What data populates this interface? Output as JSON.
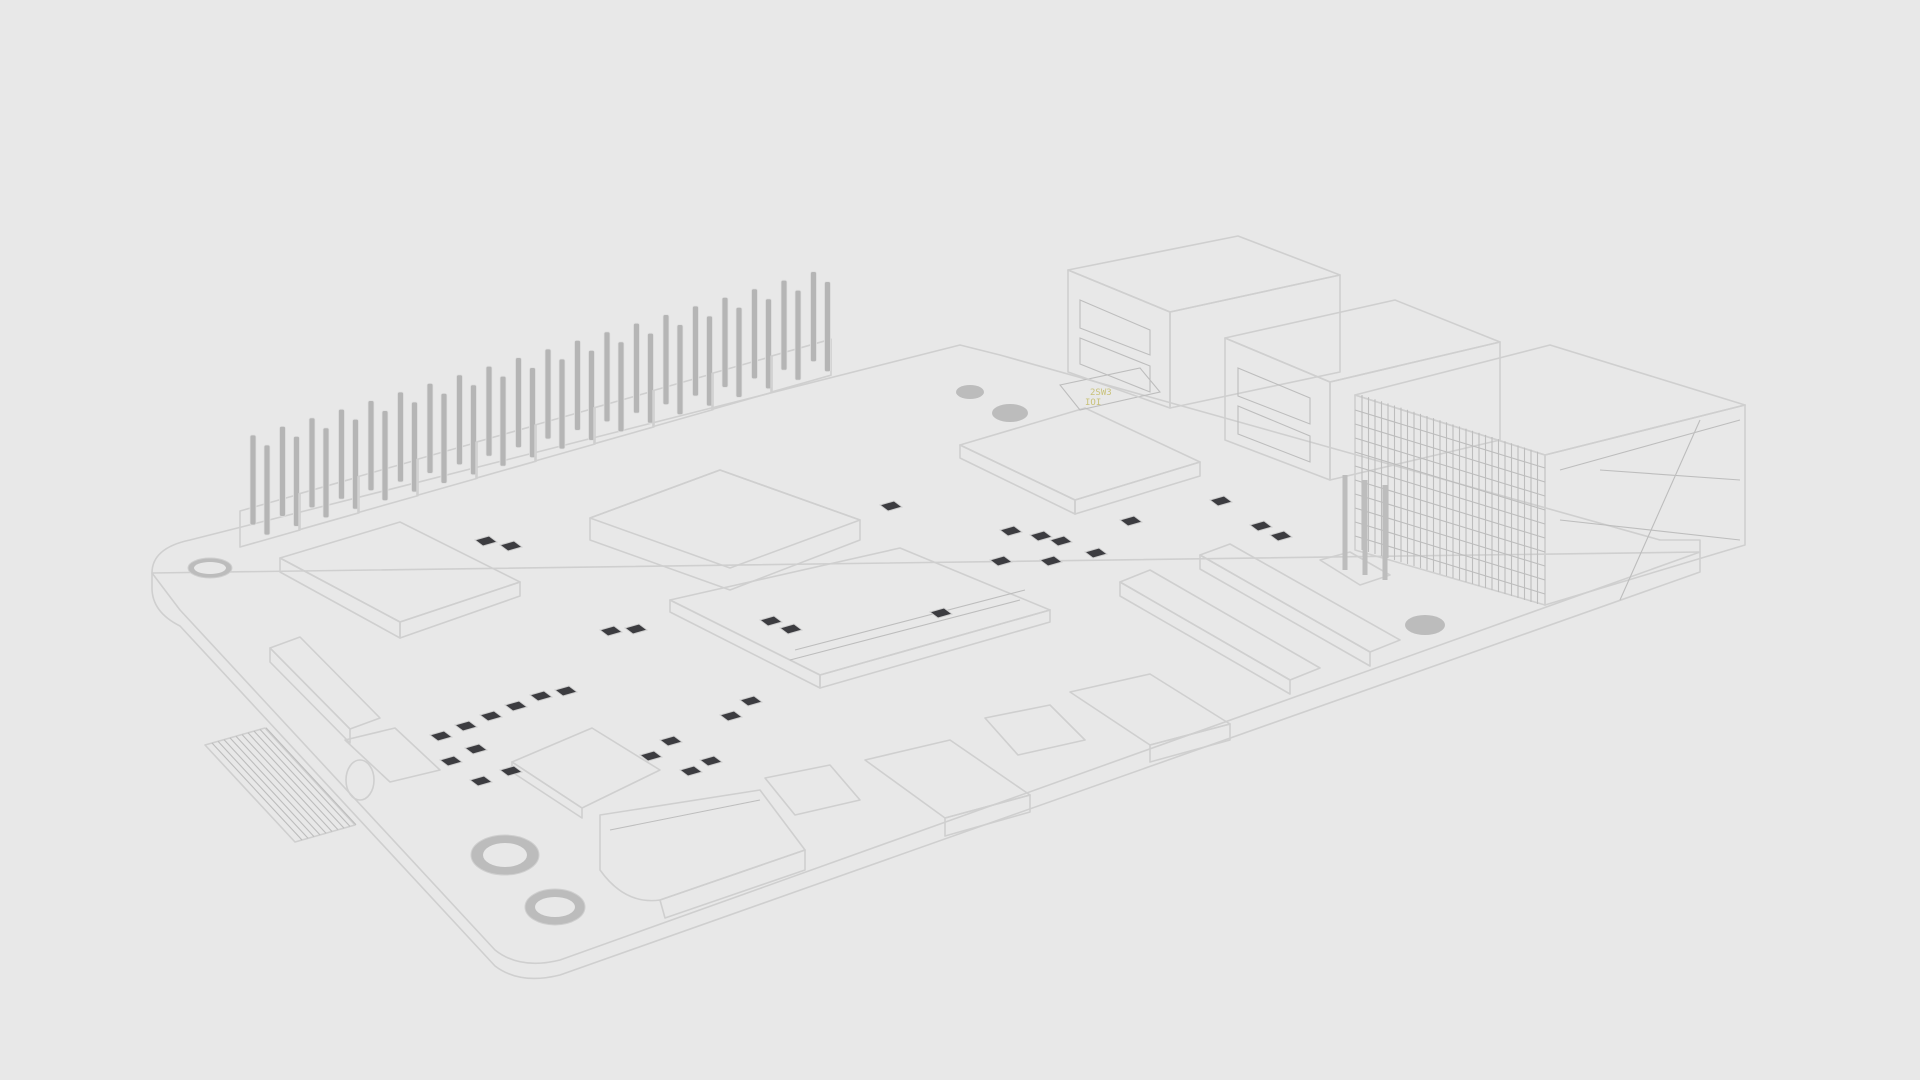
{
  "colors": {
    "background": "#e8e8e8",
    "board": "#2d2d31",
    "board_edge": "#1f1f22",
    "outline": "#cfcfcf",
    "connector_metal": "#b9b9b9",
    "chip_label": "#c9c27a"
  },
  "markings": {
    "chip_text_1": "2SW3",
    "chip_text_2": "IOI"
  },
  "components": [
    "gpio-header",
    "usb-a-port-left",
    "usb-a-port-right",
    "ethernet-jack",
    "soc-chip",
    "ram-chip",
    "emmc-chip",
    "usb-c-power-port",
    "micro-hdmi-port-1",
    "micro-hdmi-port-2",
    "camera-connector",
    "display-connector",
    "audio-jack",
    "ribbon-cable",
    "pmic-chip"
  ]
}
